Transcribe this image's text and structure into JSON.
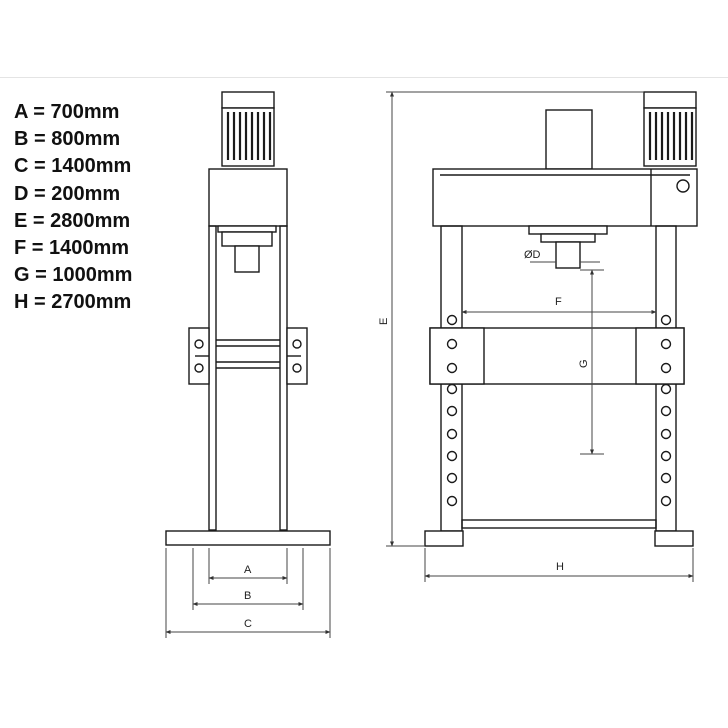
{
  "legend": [
    {
      "text": "A = 700mm"
    },
    {
      "text": "B = 800mm"
    },
    {
      "text": "C = 1400mm"
    },
    {
      "text": "D = 200mm"
    },
    {
      "text": "E = 2800mm"
    },
    {
      "text": "F = 1400mm"
    },
    {
      "text": "G = 1000mm"
    },
    {
      "text": "H = 2700mm"
    }
  ],
  "dimension_labels": {
    "a": "A",
    "b": "B",
    "c": "C",
    "d": "ØD",
    "e": "E",
    "f": "F",
    "g": "G",
    "h": "H"
  },
  "colors": {
    "line": "#1a1a1a",
    "dim_line": "#444444",
    "divider": "#e4e4e4"
  },
  "icons": [
    "motor-icon",
    "hydraulic-cylinder-icon",
    "press-frame-icon"
  ]
}
